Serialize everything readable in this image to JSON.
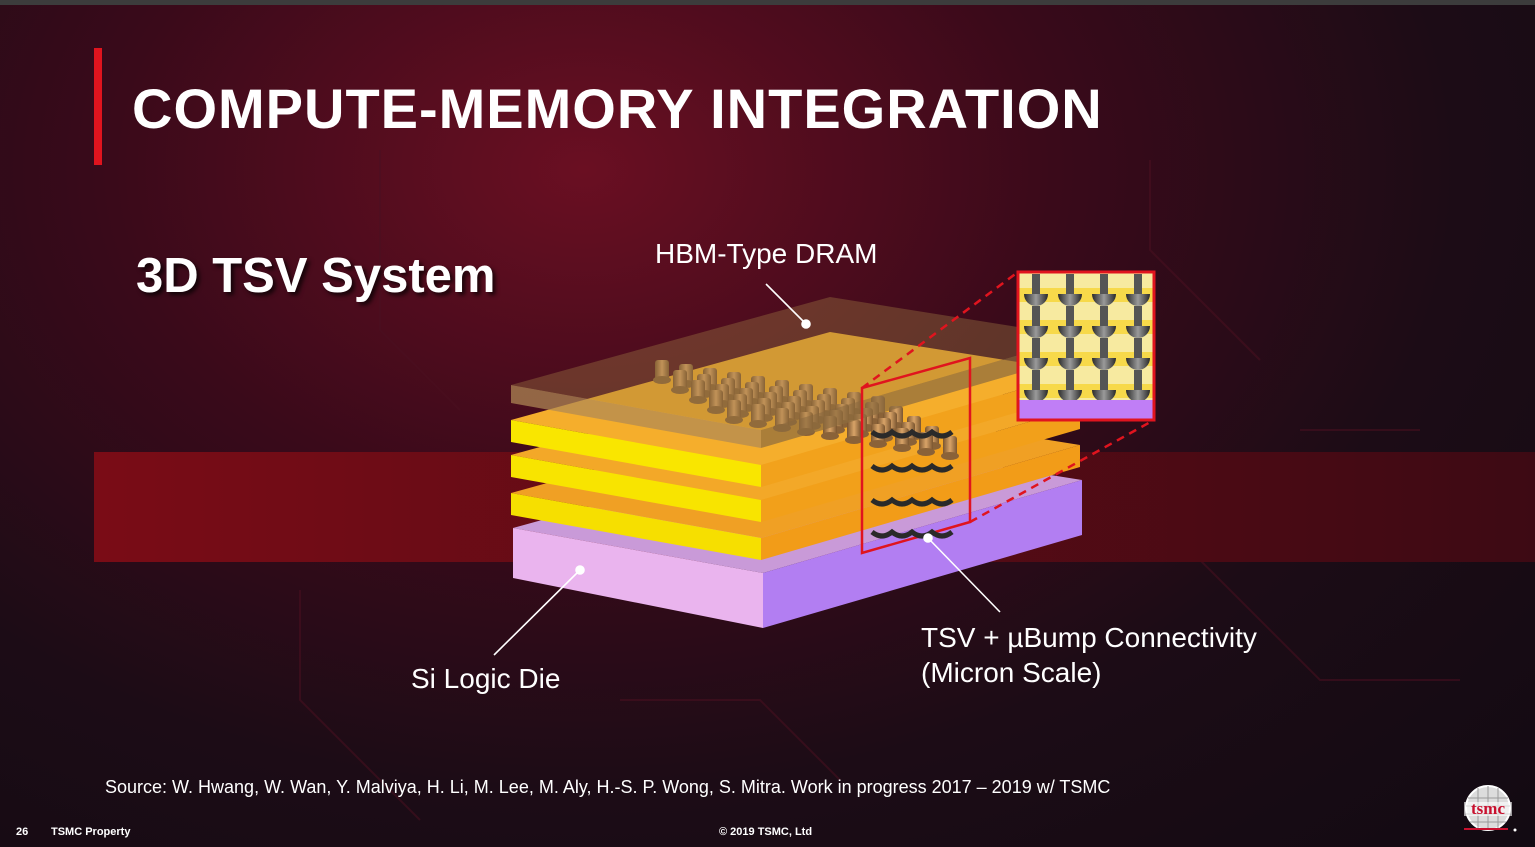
{
  "slide": {
    "title": "COMPUTE-MEMORY INTEGRATION",
    "subtitle": "3D TSV System"
  },
  "diagram": {
    "label_hbm": "HBM-Type DRAM",
    "label_logic": "Si Logic Die",
    "label_tsv_line1": "TSV + µBump Connectivity",
    "label_tsv_line2": "(Micron Scale)"
  },
  "source": "Source: W. Hwang, W. Wan, Y. Malviya, H. Li, M. Lee, M. Aly, H.-S. P. Wong, S. Mitra. Work in progress 2017 – 2019 w/ TSMC",
  "footer": {
    "page_number": "26",
    "property": "TSMC Property",
    "copyright": "© 2019 TSMC, Ltd"
  },
  "logo": {
    "text": "tsmc"
  },
  "colors": {
    "accent_red": "#e0141e",
    "dram_yellow": "#f5d800",
    "dram_orange": "#f2a020",
    "logic_pink": "#e8b4ee",
    "logic_purple": "#b57cf0"
  }
}
